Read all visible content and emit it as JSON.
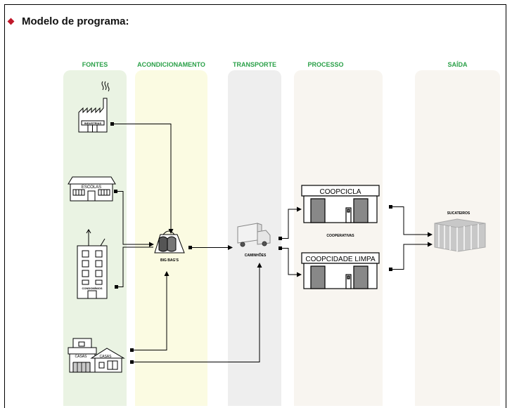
{
  "title": "Modelo de programa:",
  "columns": {
    "fontes": "FONTES",
    "acondicionamento": "ACONDICIONAMENTO",
    "transporte": "TRANSPORTE",
    "processo": "PROCESSO",
    "saida": "SAÍDA"
  },
  "sources": {
    "industrias": "INDUSTRIAS",
    "escolas": "ESCOLAS",
    "condominios": "CONDOMÍNIOS",
    "casas_left": "CASAS",
    "casas_right": "CASAS"
  },
  "bigbags": "BIG BAG'S",
  "caminhoes": "CAMINHÕES",
  "coops": {
    "top": "COOPCICLA",
    "middle": "COOPERATIVAS",
    "bottom": "COOPCIDADE LIMPA"
  },
  "sucateiros": "SUCATEIROS",
  "colors": {
    "bullet": "#c0182a",
    "header_green": "#2aa048",
    "lane_fontes": "#eaf3e3",
    "lane_acond": "#fbfbe2",
    "lane_transp": "#eeeeee",
    "lane_proc": "#f8f5f0",
    "lane_saida": "#f8f5f0"
  }
}
